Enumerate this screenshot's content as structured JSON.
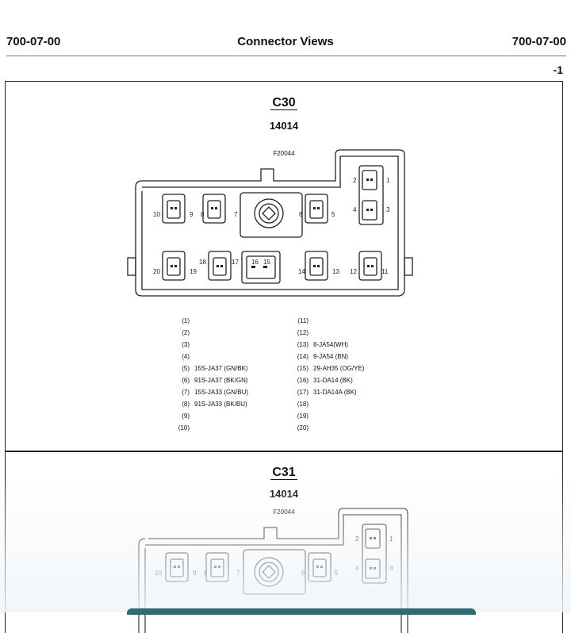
{
  "header": {
    "left": "700-07-00",
    "title": "Connector Views",
    "right": "700-07-00"
  },
  "page_number": "-1",
  "connectors": [
    {
      "id": "C30",
      "part": "14014",
      "code": "F20044",
      "pins_left": [
        {
          "num": "(1)",
          "desc": ""
        },
        {
          "num": "(2)",
          "desc": ""
        },
        {
          "num": "(3)",
          "desc": ""
        },
        {
          "num": "(4)",
          "desc": ""
        },
        {
          "num": "(5)",
          "desc": "15S-JA37 (GN/BK)"
        },
        {
          "num": "(6)",
          "desc": "91S-JA37 (BK/GN)"
        },
        {
          "num": "(7)",
          "desc": "15S-JA33 (GN/BU)"
        },
        {
          "num": "(8)",
          "desc": "91S-JA33 (BK/BU)"
        },
        {
          "num": "(9)",
          "desc": ""
        },
        {
          "num": "(10)",
          "desc": ""
        }
      ],
      "pins_right": [
        {
          "num": "(11)",
          "desc": ""
        },
        {
          "num": "(12)",
          "desc": ""
        },
        {
          "num": "(13)",
          "desc": "8-JA54(WH)"
        },
        {
          "num": "(14)",
          "desc": "9-JA54 (BN)"
        },
        {
          "num": "(15)",
          "desc": "29-AH35 (OG/YE)"
        },
        {
          "num": "(16)",
          "desc": "31-DA14 (BK)"
        },
        {
          "num": "(17)",
          "desc": "31-DA14A (BK)"
        },
        {
          "num": "(18)",
          "desc": ""
        },
        {
          "num": "(19)",
          "desc": ""
        },
        {
          "num": "(20)",
          "desc": ""
        }
      ],
      "diagram_labels": {
        "l1": "1",
        "l2": "2",
        "l3": "3",
        "l4": "4",
        "l5": "5",
        "l6": "6",
        "l7": "7",
        "l8": "8",
        "l9": "9",
        "l10": "10",
        "l11": "11",
        "l12": "12",
        "l13": "13",
        "l14": "14",
        "l15": "15",
        "l16": "16",
        "l17": "17",
        "l18": "18",
        "l19": "19",
        "l20": "20"
      }
    },
    {
      "id": "C31",
      "part": "14014",
      "code": "F20044",
      "diagram_labels": {
        "l1": "1",
        "l2": "2",
        "l3": "3",
        "l4": "4",
        "l5": "5",
        "l6": "6",
        "l7": "7",
        "l8": "8",
        "l9": "9",
        "l10": "10"
      }
    }
  ]
}
